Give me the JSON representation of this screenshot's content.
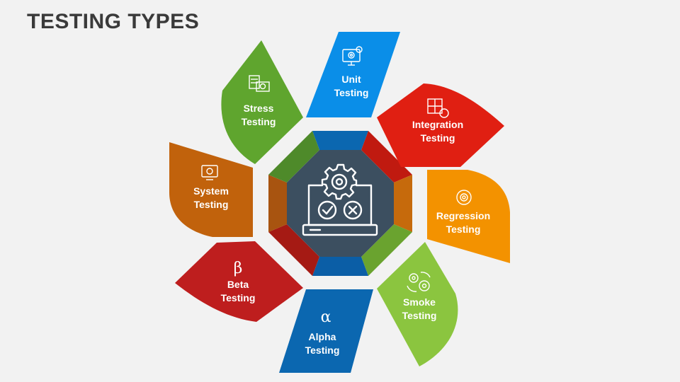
{
  "title": "TESTING TYPES",
  "colors": {
    "blue": "#0a8ee8",
    "red": "#e01f12",
    "orange": "#f39200",
    "light_green": "#8bc53f",
    "dark_blue": "#0b67b0",
    "dark_red": "#be1e1e",
    "brown": "#c1620c",
    "green": "#5fa52e",
    "hub_face": "#3c4f60"
  },
  "types": [
    {
      "id": "unit",
      "line1": "Unit",
      "line2": "Testing",
      "icon": "monitor-gear-icon"
    },
    {
      "id": "integration",
      "line1": "Integration",
      "line2": "Testing",
      "icon": "puzzle-code-icon"
    },
    {
      "id": "regression",
      "line1": "Regression",
      "line2": "Testing",
      "icon": "gear-cycle-icon"
    },
    {
      "id": "smoke",
      "line1": "Smoke",
      "line2": "Testing",
      "icon": "gears-arrows-icon"
    },
    {
      "id": "alpha",
      "line1": "Alpha",
      "line2": "Testing",
      "icon": "alpha-icon",
      "glyph": "α"
    },
    {
      "id": "beta",
      "line1": "Beta",
      "line2": "Testing",
      "icon": "beta-icon",
      "glyph": "β"
    },
    {
      "id": "system",
      "line1": "System",
      "line2": "Testing",
      "icon": "monitor-settings-icon"
    },
    {
      "id": "stress",
      "line1": "Stress",
      "line2": "Testing",
      "icon": "server-gauge-icon"
    }
  ]
}
